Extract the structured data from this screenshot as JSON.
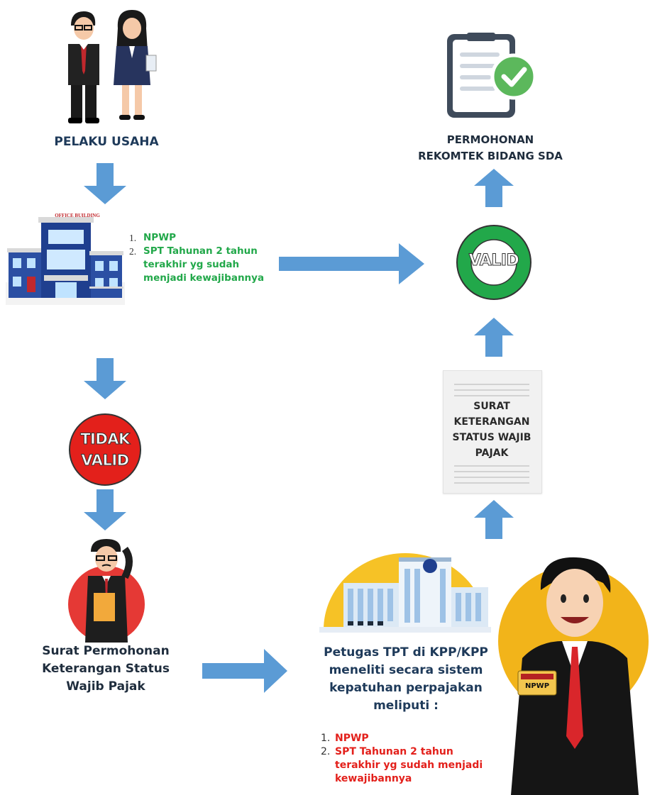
{
  "pelaku": {
    "label": "PELAKU USAHA"
  },
  "building": {
    "sign": "OFFICE BUILDING",
    "requirements": [
      "NPWP",
      "SPT Tahunan 2 tahun terakhir yg sudah menjadi kewajibannya"
    ]
  },
  "permohonan": {
    "label_line1": "PERMOHONAN",
    "label_line2": "REKOMTEK BIDANG SDA"
  },
  "valid_badge": {
    "text": "VALID"
  },
  "tidak_valid_badge": {
    "line1": "TIDAK",
    "line2": "VALID"
  },
  "surat_keterangan": {
    "lines": [
      "SURAT",
      "KETERANGAN",
      "STATUS WAJIB",
      "PAJAK"
    ]
  },
  "surat_permohonan": {
    "lines": [
      "Surat Permohonan",
      "Keterangan Status",
      "Wajib Pajak"
    ]
  },
  "petugas": {
    "lines": [
      "Petugas TPT di KPP/KPP",
      "meneliti secara sistem",
      "kepatuhan perpajakan",
      "meliputi :"
    ],
    "requirements": [
      "NPWP",
      "SPT Tahunan 2 tahun terakhir yg sudah menjadi kewajibannya"
    ]
  },
  "npwp_card": {
    "text": "NPWP"
  },
  "colors": {
    "arrow": "#5b9bd5",
    "valid": "#22a84a",
    "invalid": "#e3201b",
    "check": "#5cb85c"
  }
}
